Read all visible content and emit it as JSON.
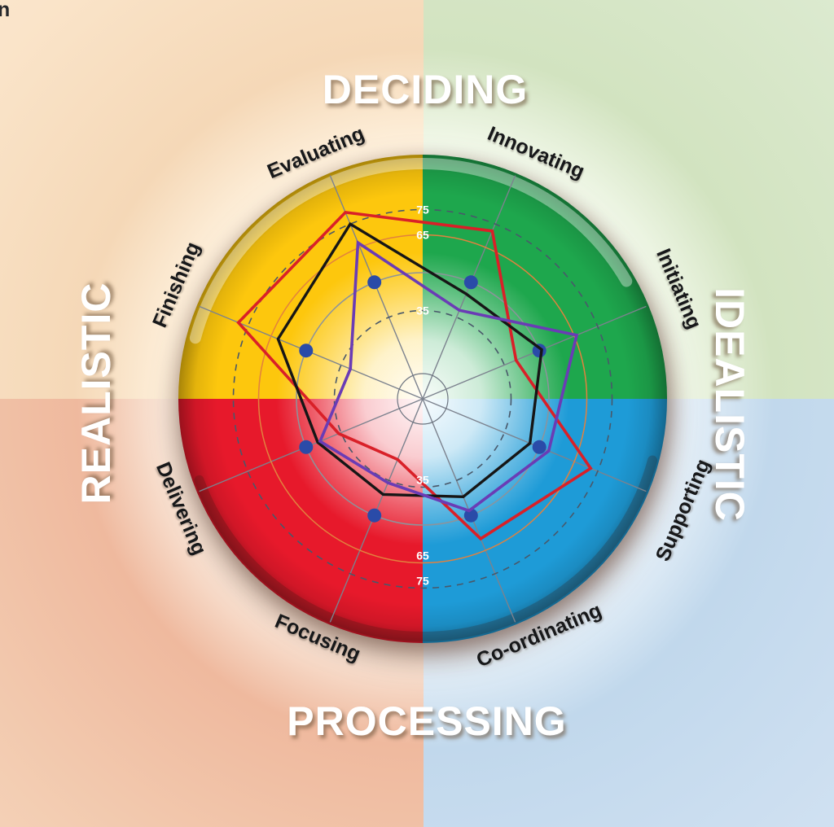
{
  "fragment_text": "n",
  "quadrants": {
    "deciding": {
      "label": "DECIDING"
    },
    "idealistic": {
      "label": "IDEALISTIC"
    },
    "processing": {
      "label": "PROCESSING"
    },
    "realistic": {
      "label": "REALISTIC"
    }
  },
  "wheel": {
    "disc_colors": {
      "top_left_yellow": "#fdc70d",
      "top_right_green": "#1ea74d",
      "bottom_right_blue": "#1e9bd7",
      "bottom_left_red": "#e7192b"
    },
    "spoke_color": "#7c828e",
    "dashed_ring_color": "#49586a",
    "orange_ring_color": "#e2813e",
    "grey_ring_color": "#8d939b"
  },
  "chart_data": {
    "type": "radar",
    "title": "",
    "categories": [
      "Evaluating",
      "Innovating",
      "Initiating",
      "Supporting",
      "Co-ordinating",
      "Focusing",
      "Delivering",
      "Finishing"
    ],
    "quadrant_names": [
      "DECIDING",
      "IDEALISTIC",
      "PROCESSING",
      "REALISTIC"
    ],
    "axis_range": [
      0,
      97
    ],
    "rings": [
      {
        "value": 35,
        "style": "dashed",
        "label": "35",
        "color": "#49586a"
      },
      {
        "value": 50,
        "style": "solid",
        "label": "",
        "color": "#8d939b"
      },
      {
        "value": 65,
        "style": "solid",
        "label": "65",
        "color": "#e2813e"
      },
      {
        "value": 75,
        "style": "dashed",
        "label": "75",
        "color": "#49586a"
      }
    ],
    "center_circle_value": 10,
    "norm_dots": {
      "value": 50,
      "color": "#2a4ba8",
      "note": "blue dot on every spoke at the 50 ring"
    },
    "series": [
      {
        "name": "red",
        "color": "#d92028",
        "width": 3.6,
        "values": [
          80,
          72,
          40,
          72,
          60,
          26,
          36,
          79
        ]
      },
      {
        "name": "black",
        "color": "#161616",
        "width": 3.4,
        "values": [
          75,
          45,
          51,
          46,
          42,
          41,
          45,
          62
        ]
      },
      {
        "name": "purple",
        "color": "#6a3cb5",
        "width": 3.6,
        "values": [
          67,
          38,
          66,
          54,
          48,
          36,
          44,
          31
        ]
      }
    ],
    "ring_label_positions": "labels shown twice on vertical axis: above and below center"
  }
}
